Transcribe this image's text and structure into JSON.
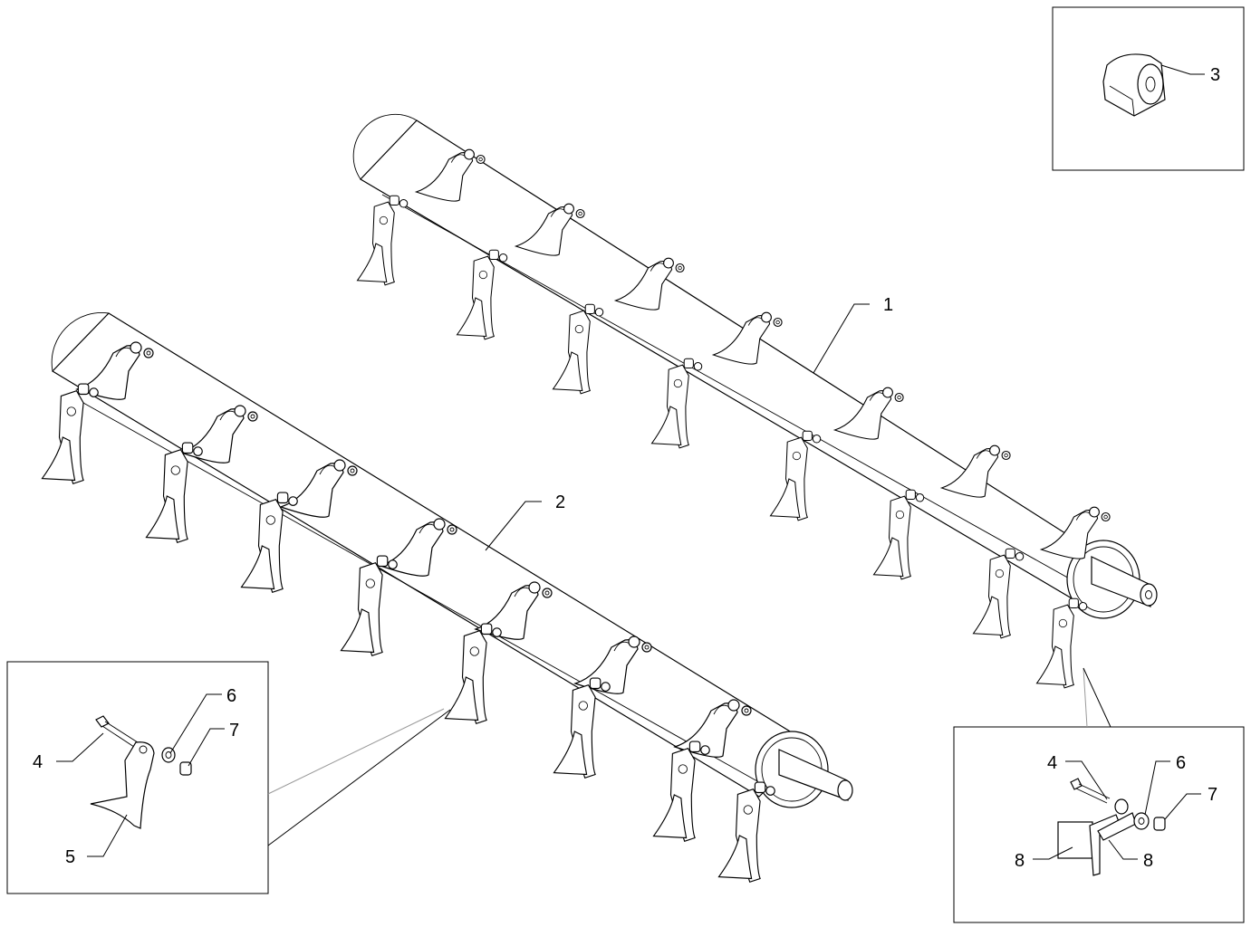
{
  "callouts": {
    "c1": "1",
    "c2": "2",
    "c3": "3",
    "left_inset": {
      "c4": "4",
      "c5": "5",
      "c6": "6",
      "c7": "7"
    },
    "right_inset": {
      "c4": "4",
      "c6": "6",
      "c7": "7",
      "c8a": "8",
      "c8b": "8"
    }
  }
}
